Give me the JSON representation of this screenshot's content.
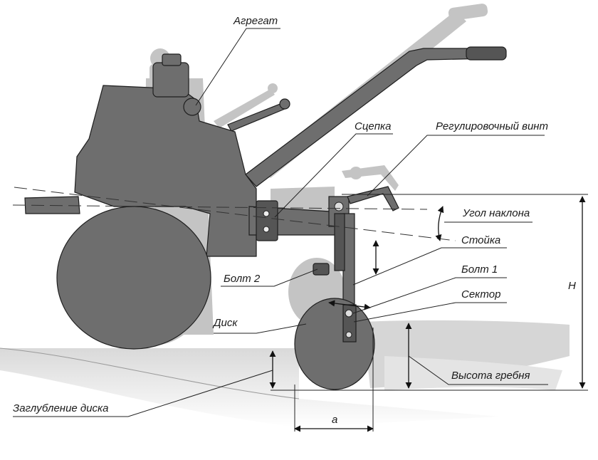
{
  "labels": {
    "aggregate": "Агрегат",
    "hitch": "Сцепка",
    "adjust_screw": "Регулировочный винт",
    "tilt_angle": "Угол наклона",
    "post": "Стойка",
    "bolt2": "Болт 2",
    "bolt1": "Болт 1",
    "sector": "Сектор",
    "disk": "Диск",
    "height_H": "H",
    "ridge_height": "Высота гребня",
    "disk_depth": "Заглубление диска",
    "dim_a": "a"
  }
}
